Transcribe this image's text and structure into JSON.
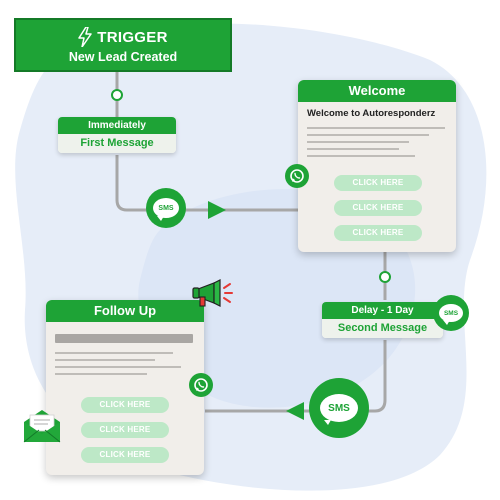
{
  "trigger": {
    "title": "TRIGGER",
    "subtitle": "New Lead Created"
  },
  "step1": {
    "timing": "Immediately",
    "message": "First Message"
  },
  "welcome": {
    "header": "Welcome",
    "title": "Welcome to Autoresponderz",
    "buttons": [
      "CLICK HERE",
      "CLICK HERE",
      "CLICK HERE"
    ]
  },
  "step2": {
    "timing": "Delay - 1 Day",
    "message": "Second Message"
  },
  "followup": {
    "header": "Follow Up",
    "buttons": [
      "CLICK HERE",
      "CLICK HERE",
      "CLICK HERE"
    ]
  },
  "sms_label": "SMS",
  "icons": [
    "lightning-icon",
    "whatsapp-icon",
    "sms-icon",
    "megaphone-icon",
    "envelope-icon",
    "arrow-right-icon",
    "arrow-left-icon"
  ],
  "colors": {
    "brand_green": "#1ea336",
    "button_green": "#bde8c7",
    "card_bg": "#f1eeea",
    "blob_blue": "#dfe8f7",
    "connector_gray": "#a7a7a7"
  }
}
